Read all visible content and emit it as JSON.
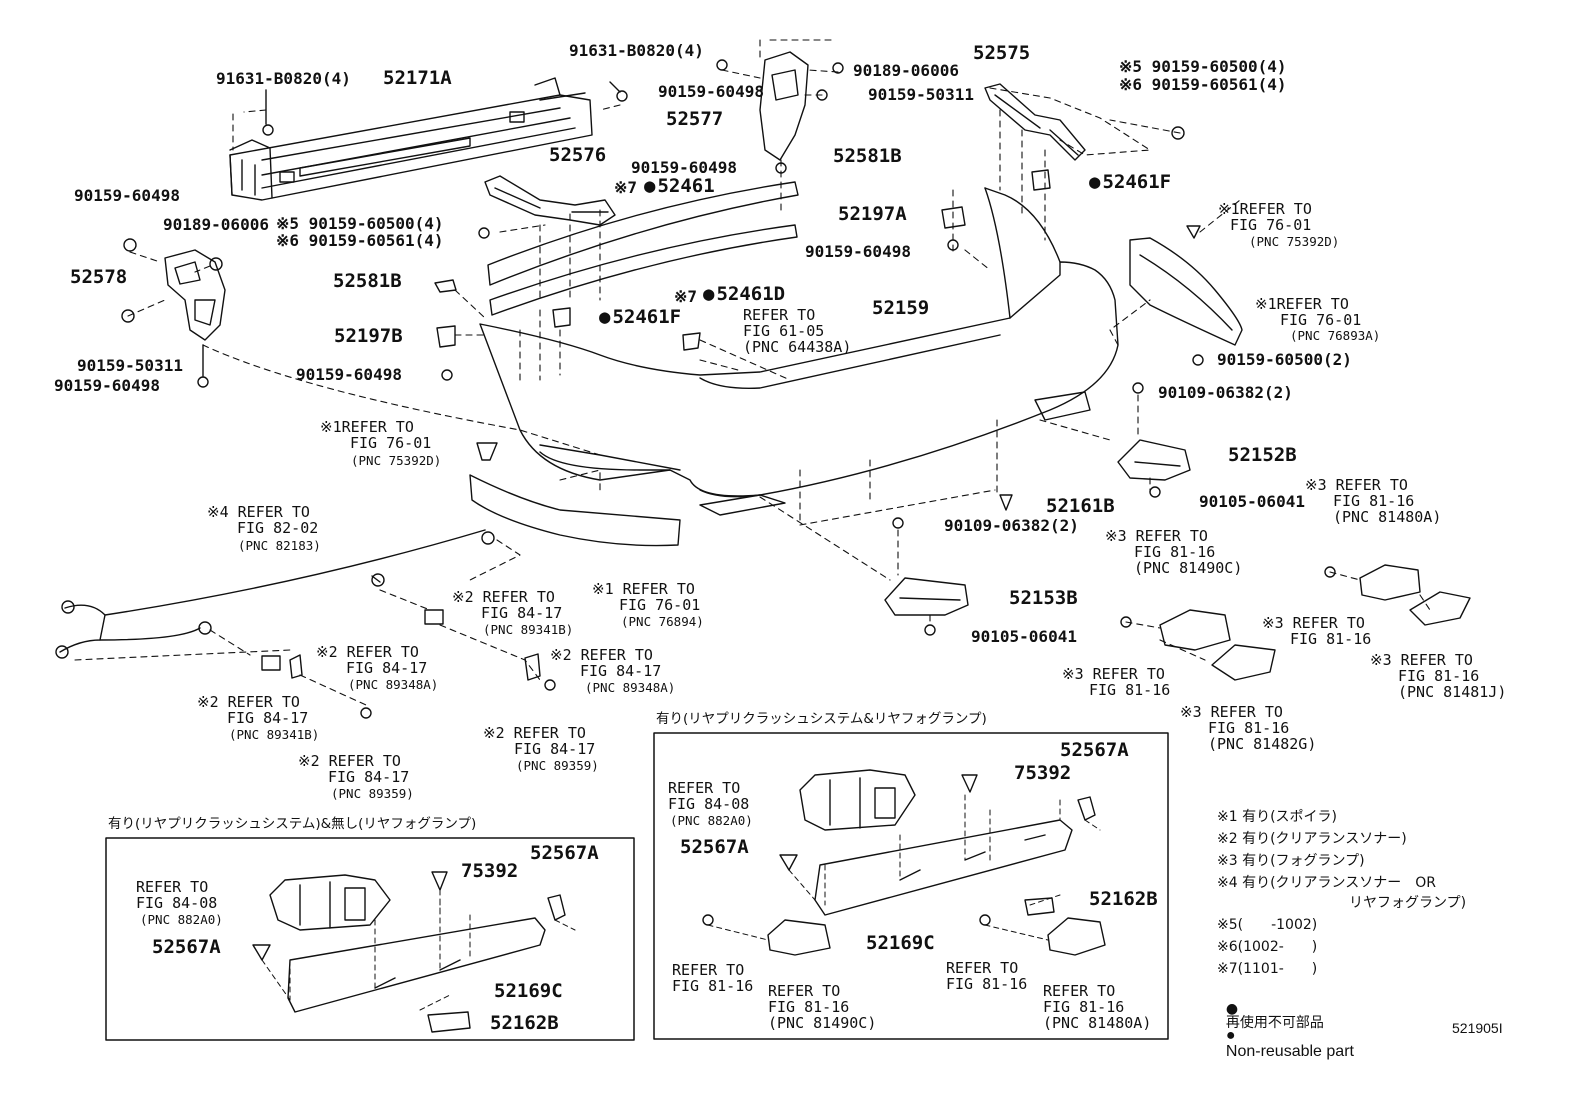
{
  "colors": {
    "ink": "#111111",
    "background": "#ffffff"
  },
  "callouts": {
    "c1": "91631-B0820(4)",
    "c2": "52171A",
    "c3": "91631-B0820(4)",
    "c4": "90159-60498",
    "c5": "90189-06006",
    "c6": "90159-50311",
    "c7": "52577",
    "c8": "52575",
    "c9": "※5 90159-60500(4)",
    "c10": "※6 90159-60561(4)",
    "c11": "52576",
    "c12": "90159-60498",
    "c13": "※7",
    "c14": "52461",
    "c15": "52581B",
    "c16": "52461F",
    "c17": "52197A",
    "c18": "90159-60498",
    "c19": "90159-60498",
    "c20": "90189-06006",
    "c21": "※5 90159-60500(4)",
    "c22": "※6 90159-60561(4)",
    "c23": "52578",
    "c24": "52581B",
    "c25": "※7",
    "c26": "52461D",
    "c27": "52197B",
    "c28": "52461F",
    "c29": "52159",
    "c30": "90159-60498",
    "c31": "90159-50311",
    "c32": "90159-60498",
    "c33": "※1REFER TO",
    "c34": "FIG 76-01",
    "c35": "(PNC 75392D)",
    "c36": "※1REFER TO",
    "c37": "FIG 76-01",
    "c38": "(PNC 76893A)",
    "c39": "REFER TO",
    "c40": "FIG 61-05",
    "c41": "(PNC 64438A)",
    "c42": "90159-60500(2)",
    "c43": "90109-06382(2)",
    "c44": "52152B",
    "c45": "90105-06041",
    "c46": "※1REFER TO",
    "c47": "FIG 76-01",
    "c48": "(PNC 75392D)",
    "c49": "52161B",
    "c50": "90109-06382(2)",
    "c51": "52153B",
    "c52": "90105-06041",
    "c53": "※3 REFER TO",
    "c54": "FIG 81-16",
    "c55": "(PNC 81480A)",
    "c56": "※3 REFER TO",
    "c57": "FIG 81-16",
    "c58": "(PNC 81490C)",
    "c59": "※3 REFER TO",
    "c60": "FIG 81-16",
    "c61": "※3 REFER TO",
    "c62": "FIG 81-16",
    "c63": "(PNC 81481J)",
    "c64": "※3 REFER TO",
    "c65": "FIG 81-16",
    "c66": "※3 REFER TO",
    "c67": "FIG 81-16",
    "c68": "(PNC 81482G)",
    "c69": "※4 REFER TO",
    "c70": "FIG 82-02",
    "c71": "(PNC 82183)",
    "c72": "※1 REFER TO",
    "c73": "FIG 76-01",
    "c74": "(PNC 76894)",
    "c75": "※2 REFER TO",
    "c76": "FIG 84-17",
    "c77": "(PNC 89341B)",
    "c78": "※2 REFER TO",
    "c79": "FIG 84-17",
    "c80": "(PNC 89348A)",
    "c81": "※2 REFER TO",
    "c82": "FIG 84-17",
    "c83": "(PNC 89348A)",
    "c84": "※2 REFER TO",
    "c85": "FIG 84-17",
    "c86": "(PNC 89341B)",
    "c87": "※2 REFER TO",
    "c88": "FIG 84-17",
    "c89": "(PNC 89359)",
    "c90": "※2 REFER TO",
    "c91": "FIG 84-17",
    "c92": "(PNC 89359)"
  },
  "box_left": {
    "title": "有り(リヤプリクラッシュシステム)&無し(リヤフォグランプ)",
    "c1": "REFER TO",
    "c2": "FIG 84-08",
    "c3": "(PNC 882A0)",
    "c4": "75392",
    "c5": "52567A",
    "c6": "52567A",
    "c7": "52169C",
    "c8": "52162B"
  },
  "box_right": {
    "title": "有り(リヤプリクラッシュシステム&リヤフォグランプ)",
    "c1": "REFER TO",
    "c2": "FIG 84-08",
    "c3": "(PNC 882A0)",
    "c4": "75392",
    "c5": "52567A",
    "c6": "52567A",
    "c7": "52162B",
    "c8": "52169C",
    "c9": "REFER TO",
    "c10": "FIG 81-16",
    "c11": "REFER TO",
    "c12": "FIG 81-16",
    "c13": "(PNC 81490C)",
    "c14": "REFER TO",
    "c15": "FIG 81-16",
    "c16": "REFER TO",
    "c17": "FIG 81-16",
    "c18": "(PNC 81480A)"
  },
  "legend": {
    "n1": "※1 有り(スポイラ)",
    "n2": "※2 有り(クリアランスソナー)",
    "n3": "※3 有り(フォグランプ)",
    "n4": "※4 有り(クリアランスソナー　OR",
    "n4b": "リヤフォグランプ)",
    "n5": "※5(　　-1002)",
    "n6": "※6(1002-　　)",
    "n7": "※7(1101-　　)",
    "n8": "再使用不可部品",
    "n9": "Non-reusable part"
  },
  "figure_id": "521905I"
}
